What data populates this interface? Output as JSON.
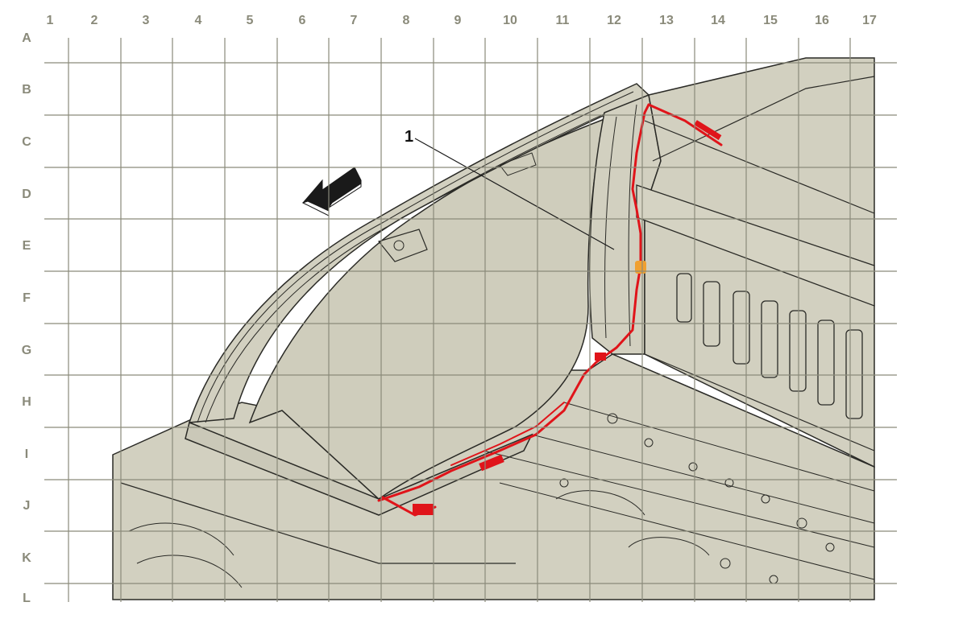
{
  "grid": {
    "columns": [
      "1",
      "2",
      "3",
      "4",
      "5",
      "6",
      "7",
      "8",
      "9",
      "10",
      "11",
      "12",
      "13",
      "14",
      "15",
      "16",
      "17"
    ],
    "rows": [
      "A",
      "B",
      "C",
      "D",
      "E",
      "F",
      "G",
      "H",
      "I",
      "J",
      "K",
      "L"
    ]
  },
  "callouts": [
    {
      "label": "1"
    }
  ],
  "colors": {
    "background": "#ffffff",
    "body_fill": "#d2d0c0",
    "line_art": "#2a2a26",
    "grid_line": "#8a8a7a",
    "harness": "#e0141a",
    "connector": "#f0a030"
  }
}
